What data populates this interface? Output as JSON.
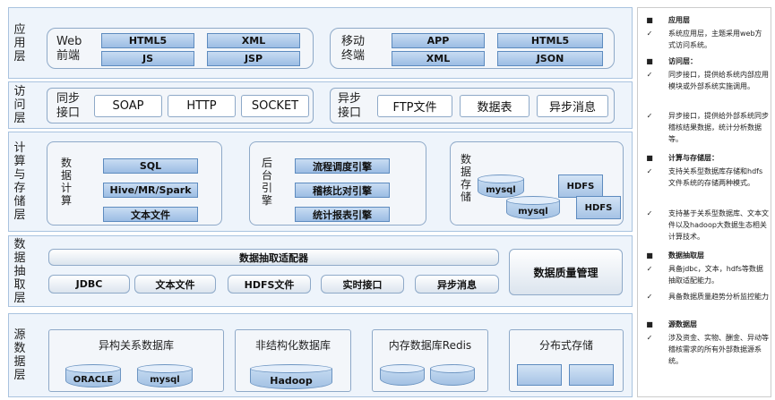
{
  "layers": {
    "app": {
      "title": "应用层",
      "web": {
        "label": "Web\n前端",
        "items": [
          "HTML5",
          "XML",
          "JS",
          "JSP"
        ]
      },
      "mobile": {
        "label": "移动\n终端",
        "items": [
          "APP",
          "HTML5",
          "XML",
          "JSON"
        ]
      }
    },
    "access": {
      "title": "访问层",
      "sync": {
        "label": "同步\n接口",
        "items": [
          "SOAP",
          "HTTP",
          "SOCKET"
        ]
      },
      "async": {
        "label": "异步\n接口",
        "items": [
          "FTP文件",
          "数据表",
          "异步消息"
        ]
      }
    },
    "compute": {
      "title": "计算与存储层",
      "calc": {
        "label": "数据计算",
        "items": [
          "SQL",
          "Hive/MR/Spark",
          "文本文件"
        ]
      },
      "engine": {
        "label": "后台引擎",
        "items": [
          "流程调度引擎",
          "稽核比对引擎",
          "统计报表引擎"
        ]
      },
      "storage": {
        "label": "数据存储",
        "dbs": [
          "mysql",
          "mysql"
        ],
        "hdfs": [
          "HDFS",
          "HDFS"
        ]
      }
    },
    "extract": {
      "title": "数据抽取层",
      "adapter": "数据抽取适配器",
      "items": [
        "JDBC",
        "文本文件",
        "HDFS文件",
        "实时接口",
        "异步消息"
      ],
      "quality": "数据质量管理"
    },
    "source": {
      "title": "源数据层",
      "groups": [
        {
          "label": "异构关系数据库",
          "dbs": [
            "ORACLE",
            "mysql"
          ]
        },
        {
          "label": "非结构化数据库",
          "dbs": [
            "Hadoop"
          ]
        },
        {
          "label": "内存数据库Redis",
          "dbs": [
            "",
            ""
          ]
        },
        {
          "label": "分布式存储",
          "docs": [
            "",
            ""
          ]
        }
      ]
    }
  },
  "side": [
    {
      "mark": "■",
      "text": "应用层",
      "head": true
    },
    {
      "mark": "✓",
      "text": "系统应用层，主题采用web方式访问系统。"
    },
    {
      "mark": "■",
      "text": "访问层：",
      "head": true
    },
    {
      "mark": "✓",
      "text": "同步接口，提供给系统内部应用模块或外部系统实施调用。"
    },
    {
      "mark": "✓",
      "text": "异步接口，提供给外部系统同步稽核结果数据，统计分析数据等。"
    },
    {
      "mark": "■",
      "text": "计算与存储层：",
      "head": true
    },
    {
      "mark": "✓",
      "text": "支持关系型数据库存储和hdfs文件系统的存储两种模式。"
    },
    {
      "mark": "✓",
      "text": "支持基于关系型数据库、文本文件以及hadoop大数据生态相关计算技术。"
    },
    {
      "mark": "■",
      "text": "数据抽取层",
      "head": true
    },
    {
      "mark": "✓",
      "text": "具备jdbc，文本，hdfs等数据抽取适配能力。"
    },
    {
      "mark": "✓",
      "text": "具备数据质量趋势分析监控能力"
    },
    {
      "mark": "■",
      "text": "源数据层",
      "head": true
    },
    {
      "mark": "✓",
      "text": "涉及资金、实物、酬金、异动等稽核需求的所有外部数据源系统。"
    }
  ]
}
